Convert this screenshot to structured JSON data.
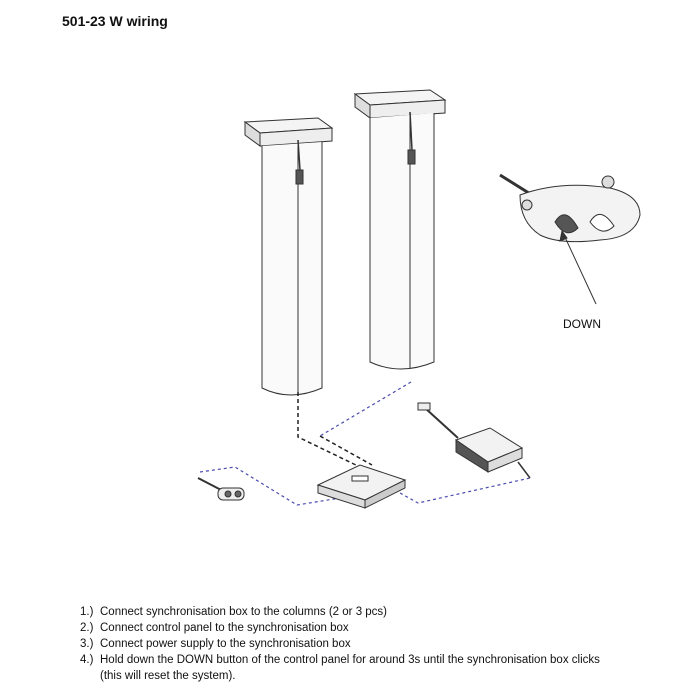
{
  "title": "501-23 W wiring",
  "callout_label": "DOWN",
  "steps": [
    {
      "num": "1.)",
      "text": "Connect synchronisation box to the columns (2 or 3 pcs)"
    },
    {
      "num": "2.)",
      "text": "Connect control panel to the synchronisation box"
    },
    {
      "num": "3.)",
      "text": "Connect power supply to the synchronisation box"
    },
    {
      "num": "4.)",
      "text": "Hold down the DOWN button of the control panel for around 3s until the synchronisation box clicks",
      "continuation": "(this will reset the system)."
    }
  ],
  "colors": {
    "signal_wire": "#4a4ab0",
    "column_wire": "#222222"
  }
}
